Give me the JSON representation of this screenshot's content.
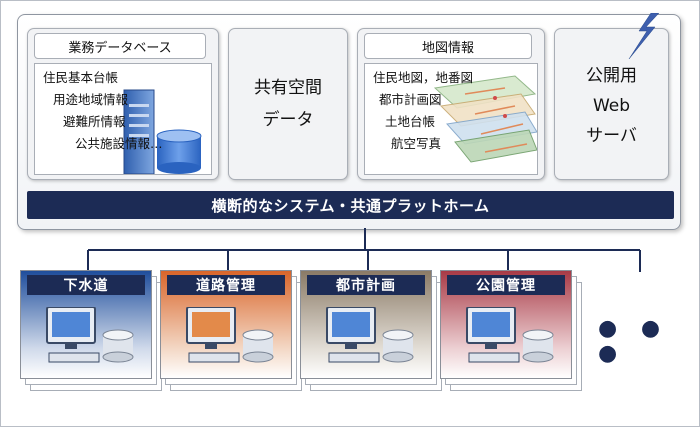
{
  "top": {
    "business_db": {
      "label": "業務データベース",
      "items": [
        "住民基本台帳",
        "用途地域情報",
        "避難所情報",
        "公共施設情報…"
      ]
    },
    "shared_space": {
      "lines": [
        "共有空間",
        "データ"
      ]
    },
    "map_info": {
      "label": "地図情報",
      "items": [
        "住民地図，地番図",
        "都市計画図",
        "土地台帳",
        "航空写真"
      ]
    },
    "web_server": {
      "lines": [
        "公開用",
        "Web",
        "サーバ"
      ]
    },
    "platform_bar": "横断的なシステム・共通プラットホーム"
  },
  "departments": [
    {
      "name": "下水道",
      "color": "#1f4e9c"
    },
    {
      "name": "道路管理",
      "color": "#d9652a"
    },
    {
      "name": "都市計画",
      "color": "#8a7a66"
    },
    {
      "name": "公園管理",
      "color": "#a83a46"
    }
  ],
  "more": "● ● ●"
}
